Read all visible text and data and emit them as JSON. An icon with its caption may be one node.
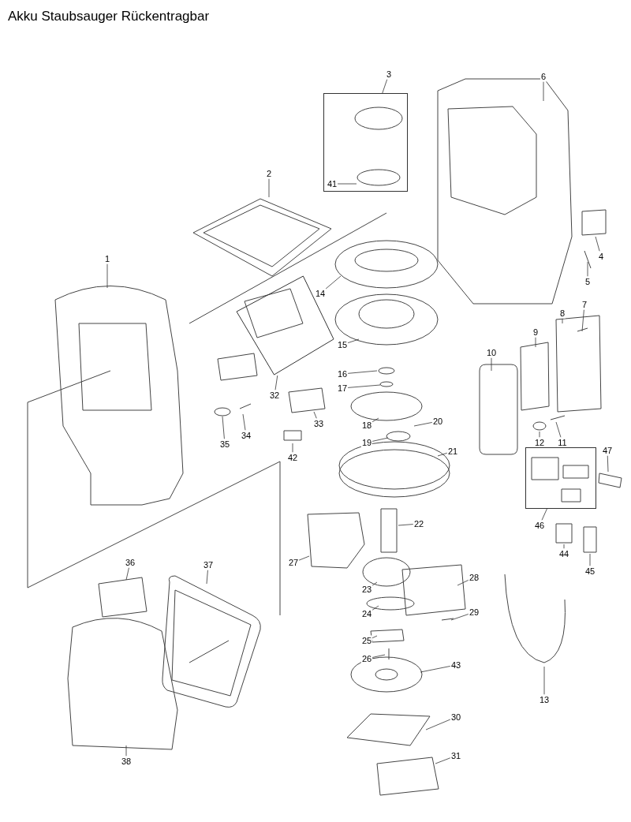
{
  "diagram": {
    "title": "Akku Staubsauger Rückentragbar",
    "nodes": [
      {
        "text": [
          "3"
        ]
      },
      {
        "text": [
          "6"
        ]
      },
      {
        "text": [],
        "shape": "box"
      },
      {
        "text": [
          "41"
        ],
        "in": 2
      },
      {
        "text": [
          "2"
        ]
      },
      {
        "text": [
          "1"
        ]
      },
      {
        "text": [
          "4"
        ]
      },
      {
        "text": [
          "5"
        ]
      },
      {
        "text": [
          "14"
        ]
      },
      {
        "text": [
          "7"
        ]
      },
      {
        "text": [
          "8"
        ]
      },
      {
        "text": [
          "9"
        ]
      },
      {
        "text": [],
        "shape": "box"
      },
      {
        "text": [
          "15"
        ]
      },
      {
        "text": [
          "10"
        ]
      },
      {
        "text": [
          "16"
        ]
      },
      {
        "text": [
          "17"
        ]
      },
      {
        "text": [
          "32"
        ]
      },
      {
        "text": [
          "33"
        ]
      },
      {
        "text": [
          "20"
        ]
      },
      {
        "text": [
          "18"
        ]
      },
      {
        "text": [
          "34"
        ]
      },
      {
        "text": [
          "35"
        ]
      },
      {
        "text": [
          "19"
        ]
      },
      {
        "text": [
          "11"
        ]
      },
      {
        "text": [
          "12"
        ]
      },
      {
        "text": [
          "42"
        ]
      },
      {
        "text": [],
        "shape": "box"
      },
      {
        "text": [
          "21"
        ]
      },
      {
        "text": [
          "47"
        ]
      },
      {
        "text": [
          "22"
        ]
      },
      {
        "text": [
          "46"
        ]
      },
      {
        "text": [
          "44"
        ]
      },
      {
        "text": [
          "27"
        ]
      },
      {
        "text": [
          "36"
        ]
      },
      {
        "text": [
          "37"
        ]
      },
      {
        "text": [
          "45"
        ]
      },
      {
        "text": [
          "28"
        ]
      },
      {
        "text": [
          "23"
        ]
      },
      {
        "text": [
          "24"
        ]
      },
      {
        "text": [
          "29"
        ]
      },
      {
        "text": [
          "25"
        ]
      },
      {
        "text": [
          "26"
        ]
      },
      {
        "text": [
          "43"
        ]
      },
      {
        "text": [
          "13"
        ]
      },
      {
        "text": [
          "30"
        ]
      },
      {
        "text": [
          "38"
        ]
      },
      {
        "text": [
          "31"
        ]
      }
    ],
    "edges": [
      {
        "from": 0,
        "to": 2,
        "arrow": "none"
      },
      {
        "from": 1,
        "to": null,
        "arrow": "none"
      },
      {
        "from": 3,
        "to": null,
        "arrow": "none"
      },
      {
        "from": 4,
        "to": null,
        "arrow": "none"
      },
      {
        "from": 5,
        "to": null,
        "arrow": "none"
      },
      {
        "from": 6,
        "to": null,
        "arrow": "none"
      },
      {
        "from": 7,
        "to": null,
        "arrow": "none"
      },
      {
        "from": 8,
        "to": null,
        "arrow": "none"
      },
      {
        "from": 9,
        "to": null,
        "arrow": "none"
      },
      {
        "from": 10,
        "to": null,
        "arrow": "none"
      },
      {
        "from": 11,
        "to": null,
        "arrow": "none"
      },
      {
        "from": 13,
        "to": null,
        "arrow": "none"
      },
      {
        "from": 14,
        "to": null,
        "arrow": "none"
      },
      {
        "from": 15,
        "to": null,
        "arrow": "none"
      },
      {
        "from": 16,
        "to": null,
        "arrow": "none"
      },
      {
        "from": 17,
        "to": 12,
        "arrow": "none"
      },
      {
        "from": 18,
        "to": null,
        "arrow": "none"
      },
      {
        "from": 19,
        "to": null,
        "arrow": "none"
      },
      {
        "from": 20,
        "to": null,
        "arrow": "none"
      },
      {
        "from": 21,
        "to": null,
        "arrow": "none"
      },
      {
        "from": 22,
        "to": null,
        "arrow": "none"
      },
      {
        "from": 23,
        "to": null,
        "arrow": "none"
      },
      {
        "from": 24,
        "to": null,
        "arrow": "none"
      },
      {
        "from": 25,
        "to": null,
        "arrow": "none"
      },
      {
        "from": 26,
        "to": null,
        "arrow": "none"
      },
      {
        "from": 28,
        "to": null,
        "arrow": "none"
      },
      {
        "from": 29,
        "to": null,
        "arrow": "none"
      },
      {
        "from": 30,
        "to": null,
        "arrow": "none"
      },
      {
        "from": 31,
        "to": 27,
        "arrow": "none"
      },
      {
        "from": 32,
        "to": null,
        "arrow": "none"
      },
      {
        "from": 33,
        "to": null,
        "arrow": "none"
      },
      {
        "from": 34,
        "to": null,
        "arrow": "none"
      },
      {
        "from": 35,
        "to": null,
        "arrow": "none"
      },
      {
        "from": 36,
        "to": null,
        "arrow": "none"
      },
      {
        "from": 37,
        "to": null,
        "arrow": "none"
      },
      {
        "from": 38,
        "to": null,
        "arrow": "none"
      },
      {
        "from": 39,
        "to": null,
        "arrow": "none"
      },
      {
        "from": 40,
        "to": null,
        "arrow": "none"
      },
      {
        "from": 41,
        "to": null,
        "arrow": "none"
      },
      {
        "from": 42,
        "to": null,
        "arrow": "none"
      },
      {
        "from": 43,
        "to": null,
        "arrow": "none"
      },
      {
        "from": 44,
        "to": null,
        "arrow": "none"
      },
      {
        "from": 45,
        "to": null,
        "arrow": "none"
      },
      {
        "from": 46,
        "to": null,
        "arrow": "none"
      },
      {
        "from": 47,
        "to": null,
        "arrow": "none"
      }
    ]
  }
}
